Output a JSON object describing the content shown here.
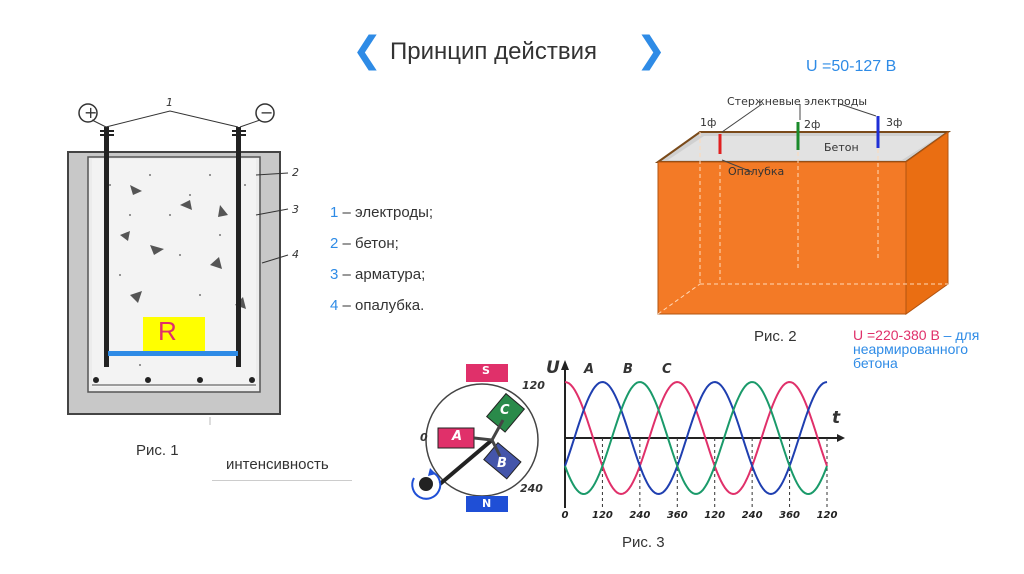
{
  "slide": {
    "title": "Принцип действия",
    "nav_prev": "❮",
    "nav_next": "❯"
  },
  "fig1": {
    "plus": "+",
    "minus": "−",
    "label1": "1",
    "label2": "2",
    "label3": "3",
    "label4": "4",
    "r_label": "R",
    "caption": "Рис. 1",
    "intensity": "интенсивность"
  },
  "legend": {
    "items": [
      {
        "num": "1",
        "text": " – электроды;"
      },
      {
        "num": "2",
        "text": " – бетон;"
      },
      {
        "num": "3",
        "text": " – арматура;"
      },
      {
        "num": "4",
        "text": " – опалубка."
      }
    ]
  },
  "fig2": {
    "voltage": "U =50-127 В",
    "electrodes_label": "Стержневые электроды",
    "ph1": "1ф",
    "ph2": "2ф",
    "ph3": "3ф",
    "concrete": "Бетон",
    "formwork": "Опалубка",
    "caption": "Рис. 2",
    "voltage2_a": "U =220-380 В",
    "voltage2_b": " – для неармированного бетона",
    "colors": {
      "orange": "#f37a26",
      "red": "#e02020",
      "green": "#1a8a2a",
      "blue": "#1f2fd6"
    }
  },
  "fig3": {
    "s": "S",
    "n": "N",
    "a": "A",
    "b": "B",
    "c": "C",
    "deg0": "0",
    "deg120": "120",
    "deg240": "240",
    "u": "U",
    "t": "t",
    "wa": "A",
    "wb": "B",
    "wc": "C",
    "ticks": [
      "0",
      "120",
      "240",
      "360",
      "120",
      "240",
      "360",
      "120"
    ],
    "caption": "Рис. 3"
  },
  "chart_data": {
    "type": "line",
    "x_ticks": [
      "0",
      "120",
      "240",
      "360",
      "120",
      "240",
      "360",
      "120"
    ],
    "series": [
      {
        "name": "A",
        "phase_deg": 0,
        "color": "#e0306a"
      },
      {
        "name": "B",
        "phase_deg": 120,
        "color": "#1f3fb0"
      },
      {
        "name": "C",
        "phase_deg": 240,
        "color": "#1a9a6a"
      }
    ],
    "cycles": 3.5
  }
}
